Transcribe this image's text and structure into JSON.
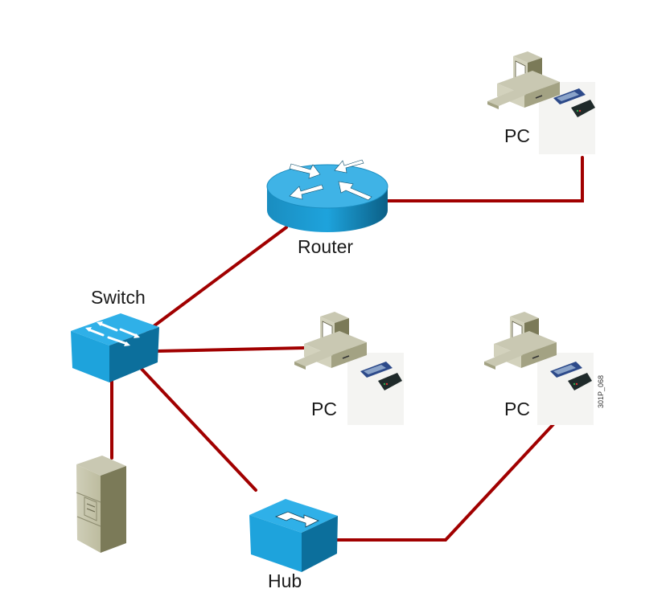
{
  "diagram": {
    "type": "network-topology",
    "nodes": [
      {
        "id": "router",
        "kind": "router",
        "label": "Router"
      },
      {
        "id": "switch",
        "kind": "switch",
        "label": "Switch"
      },
      {
        "id": "hub",
        "kind": "hub",
        "label": "Hub"
      },
      {
        "id": "server",
        "kind": "server",
        "label": ""
      },
      {
        "id": "pc_top",
        "kind": "pc",
        "label": "PC"
      },
      {
        "id": "pc_mid",
        "kind": "pc",
        "label": "PC"
      },
      {
        "id": "pc_right",
        "kind": "pc",
        "label": "PC"
      }
    ],
    "edges": [
      {
        "from": "router",
        "to": "pc_top"
      },
      {
        "from": "switch",
        "to": "router"
      },
      {
        "from": "switch",
        "to": "pc_mid"
      },
      {
        "from": "switch",
        "to": "server"
      },
      {
        "from": "switch",
        "to": "hub"
      },
      {
        "from": "hub",
        "to": "pc_right"
      }
    ],
    "figure_code": "301P_068",
    "colors": {
      "link": "#a10000",
      "device_blue": "#1ea3dc",
      "device_blue_dark": "#0c6f9c",
      "beige": "#c9c8b2",
      "beige_dark": "#7b7a58"
    }
  }
}
